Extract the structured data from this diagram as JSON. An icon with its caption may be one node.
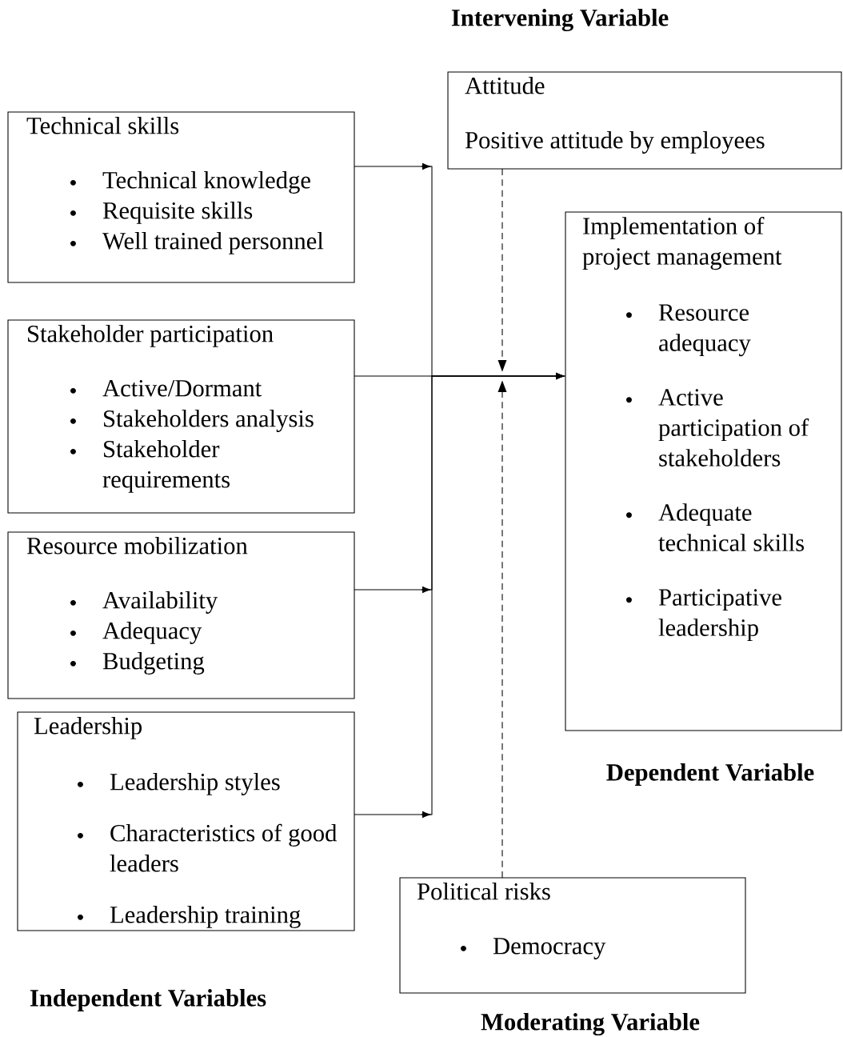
{
  "diagram": {
    "nodes": [
      {
        "text": [
          "Technical skills",
          "Technical knowledge",
          "Requisite skills",
          "Well trained personnel"
        ]
      },
      {
        "text": [
          "Stakeholder participation",
          "Active/Dormant",
          "Stakeholders analysis",
          "Stakeholder requirements"
        ]
      },
      {
        "text": [
          "Resource mobilization",
          "Availability",
          "Adequacy",
          "Budgeting"
        ]
      },
      {
        "text": [
          "Leadership",
          "Leadership styles",
          "Characteristics of good leaders",
          "Leadership training"
        ]
      },
      {
        "text": [
          "Attitude",
          "Positive attitude by employees"
        ]
      },
      {
        "text": [
          "Implementation of project management",
          "Resource adequacy",
          "Active participation of stakeholders",
          "Adequate technical skills",
          "Participative leadership"
        ]
      },
      {
        "text": [
          "Political risks",
          "Democracy"
        ]
      }
    ],
    "edges": [
      {
        "from": 0,
        "to": 5,
        "arrow": "to"
      },
      {
        "from": 1,
        "to": 5,
        "arrow": "to"
      },
      {
        "from": 2,
        "to": 5,
        "arrow": "to"
      },
      {
        "from": 3,
        "to": 5,
        "arrow": "to"
      },
      {
        "from": 4,
        "to": null,
        "arrow": "to",
        "style": "dashed"
      },
      {
        "from": 6,
        "to": null,
        "arrow": "to",
        "style": "dashed"
      }
    ],
    "labels": [
      "Intervening Variable",
      "Dependent Variable",
      "Independent Variables",
      "Moderating Variable"
    ]
  }
}
